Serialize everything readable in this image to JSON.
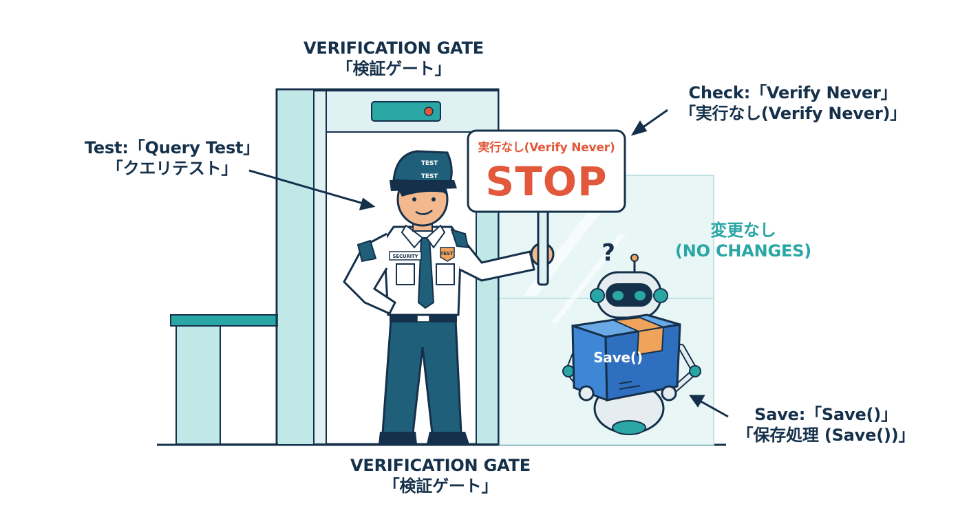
{
  "labels": {
    "gate_top": {
      "line1": "VERIFICATION GATE",
      "line2": "「検証ゲート」"
    },
    "gate_bottom": {
      "line1": "VERIFICATION GATE",
      "line2": "「検証ゲート」"
    },
    "test": {
      "line1": "Test:「Query Test」",
      "line2": "「クエリテスト」"
    },
    "check": {
      "line1": "Check:「Verify Never」",
      "line2": "「実行なし(Verify Never)」"
    },
    "save": {
      "line1": "Save:「Save()」",
      "line2": "「保存処理 (Save())」"
    },
    "no_changes": {
      "line1": "変更なし",
      "line2": "(NO CHANGES)"
    }
  },
  "sign": {
    "subtitle": "実行なし(Verify Never)",
    "main": "STOP"
  },
  "guard": {
    "cap_text_1": "TEST",
    "cap_text_2": "TEST",
    "badge_left": "SECURITY",
    "badge_right": "TEST"
  },
  "robot": {
    "question": "?",
    "box_label": "Save()"
  },
  "colors": {
    "navy": "#15304a",
    "teal": "#2aa6a4",
    "teal_light": "#bfe8e6",
    "gate_frame": "#cfe4e8",
    "stop_red": "#e2583a",
    "box_blue": "#3f86d6",
    "tape_orange": "#f0a35a",
    "uniform_dark": "#1f5f7a"
  }
}
